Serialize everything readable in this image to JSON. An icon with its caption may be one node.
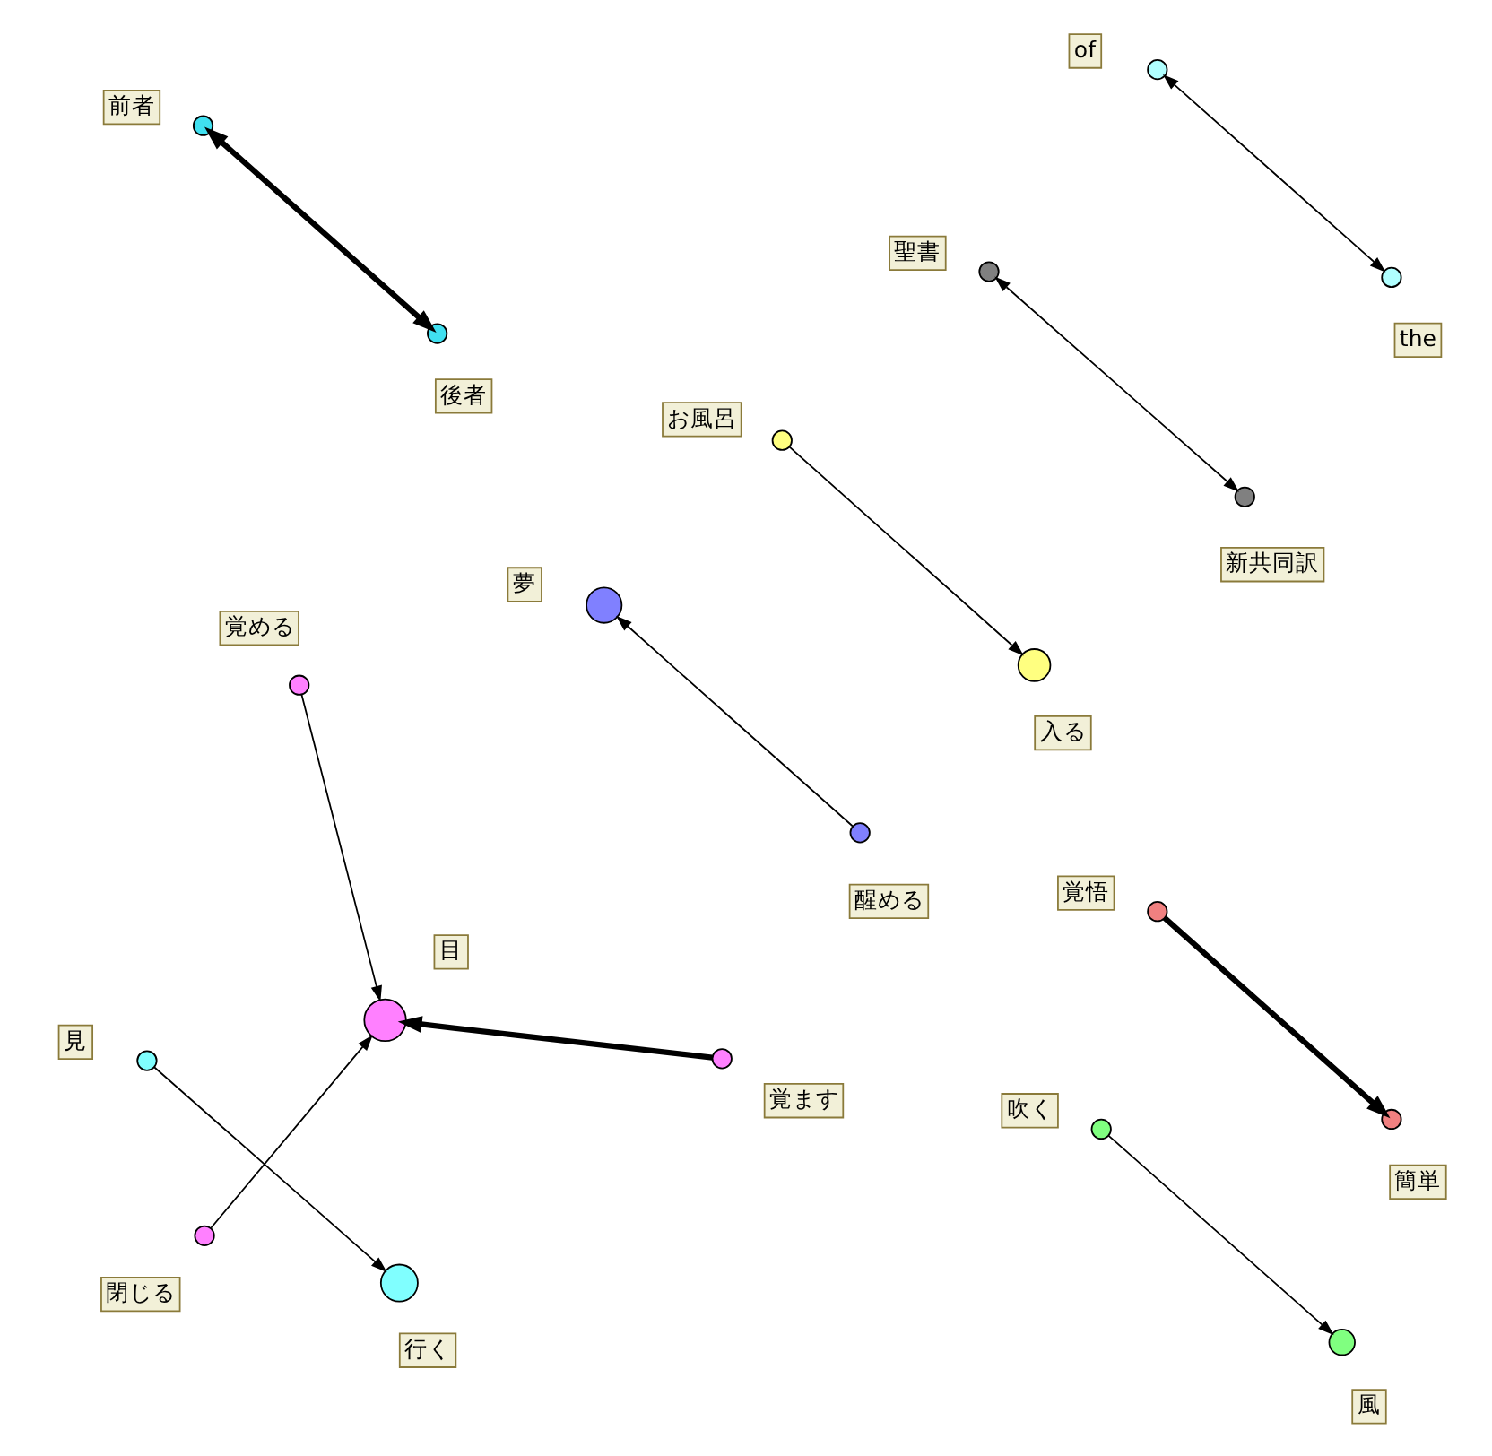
{
  "diagram": {
    "nodes": [
      {
        "text": [],
        "shape": "circle",
        "beside": [
          "行く"
        ]
      },
      {
        "text": [],
        "shape": "circle",
        "beside": [
          "見"
        ]
      },
      {
        "text": [],
        "shape": "circle",
        "beside": [
          "醒める"
        ]
      },
      {
        "text": [],
        "shape": "circle",
        "beside": [
          "夢"
        ]
      },
      {
        "text": [],
        "shape": "circle",
        "beside": [
          "風"
        ]
      },
      {
        "text": [],
        "shape": "circle",
        "beside": [
          "入る"
        ]
      },
      {
        "text": [],
        "shape": "circle",
        "beside": [
          "お風呂"
        ]
      },
      {
        "text": [],
        "shape": "circle",
        "beside": [
          "吹く"
        ]
      },
      {
        "text": [],
        "shape": "circle",
        "beside": [
          "閉じる"
        ]
      },
      {
        "text": [],
        "shape": "circle",
        "beside": [
          "覚める"
        ]
      },
      {
        "text": [],
        "shape": "circle",
        "beside": [
          "後者"
        ]
      },
      {
        "text": [],
        "shape": "circle",
        "beside": [
          "目"
        ]
      },
      {
        "text": [],
        "shape": "circle",
        "beside": [
          "新共同訳"
        ]
      },
      {
        "text": [],
        "shape": "circle",
        "beside": [
          "覚ます"
        ]
      },
      {
        "text": [],
        "shape": "circle",
        "beside": [
          "前者"
        ]
      },
      {
        "text": [],
        "shape": "circle",
        "beside": [
          "聖書"
        ]
      },
      {
        "text": [],
        "shape": "circle",
        "beside": [
          "簡単"
        ]
      },
      {
        "text": [],
        "shape": "circle",
        "beside": [
          "覚悟"
        ]
      },
      {
        "text": [],
        "shape": "circle",
        "beside": [
          "the"
        ]
      },
      {
        "text": [],
        "shape": "circle",
        "beside": [
          "of"
        ]
      }
    ],
    "edges": [
      {
        "from": 1,
        "to": 0,
        "arrow": "to"
      },
      {
        "from": 2,
        "to": 3,
        "arrow": "to"
      },
      {
        "from": 7,
        "to": 4,
        "arrow": "to"
      },
      {
        "from": 6,
        "to": 5,
        "arrow": "to"
      },
      {
        "from": 8,
        "to": 11,
        "arrow": "to"
      },
      {
        "from": 9,
        "to": 11,
        "arrow": "to"
      },
      {
        "from": 13,
        "to": 11,
        "arrow": "to",
        "style": "thick"
      },
      {
        "from": 10,
        "to": 14,
        "arrow": "both",
        "style": "thick"
      },
      {
        "from": 12,
        "to": 15,
        "arrow": "both"
      },
      {
        "from": 17,
        "to": 16,
        "arrow": "to",
        "style": "thick"
      },
      {
        "from": 19,
        "to": 18,
        "arrow": "both"
      }
    ]
  }
}
